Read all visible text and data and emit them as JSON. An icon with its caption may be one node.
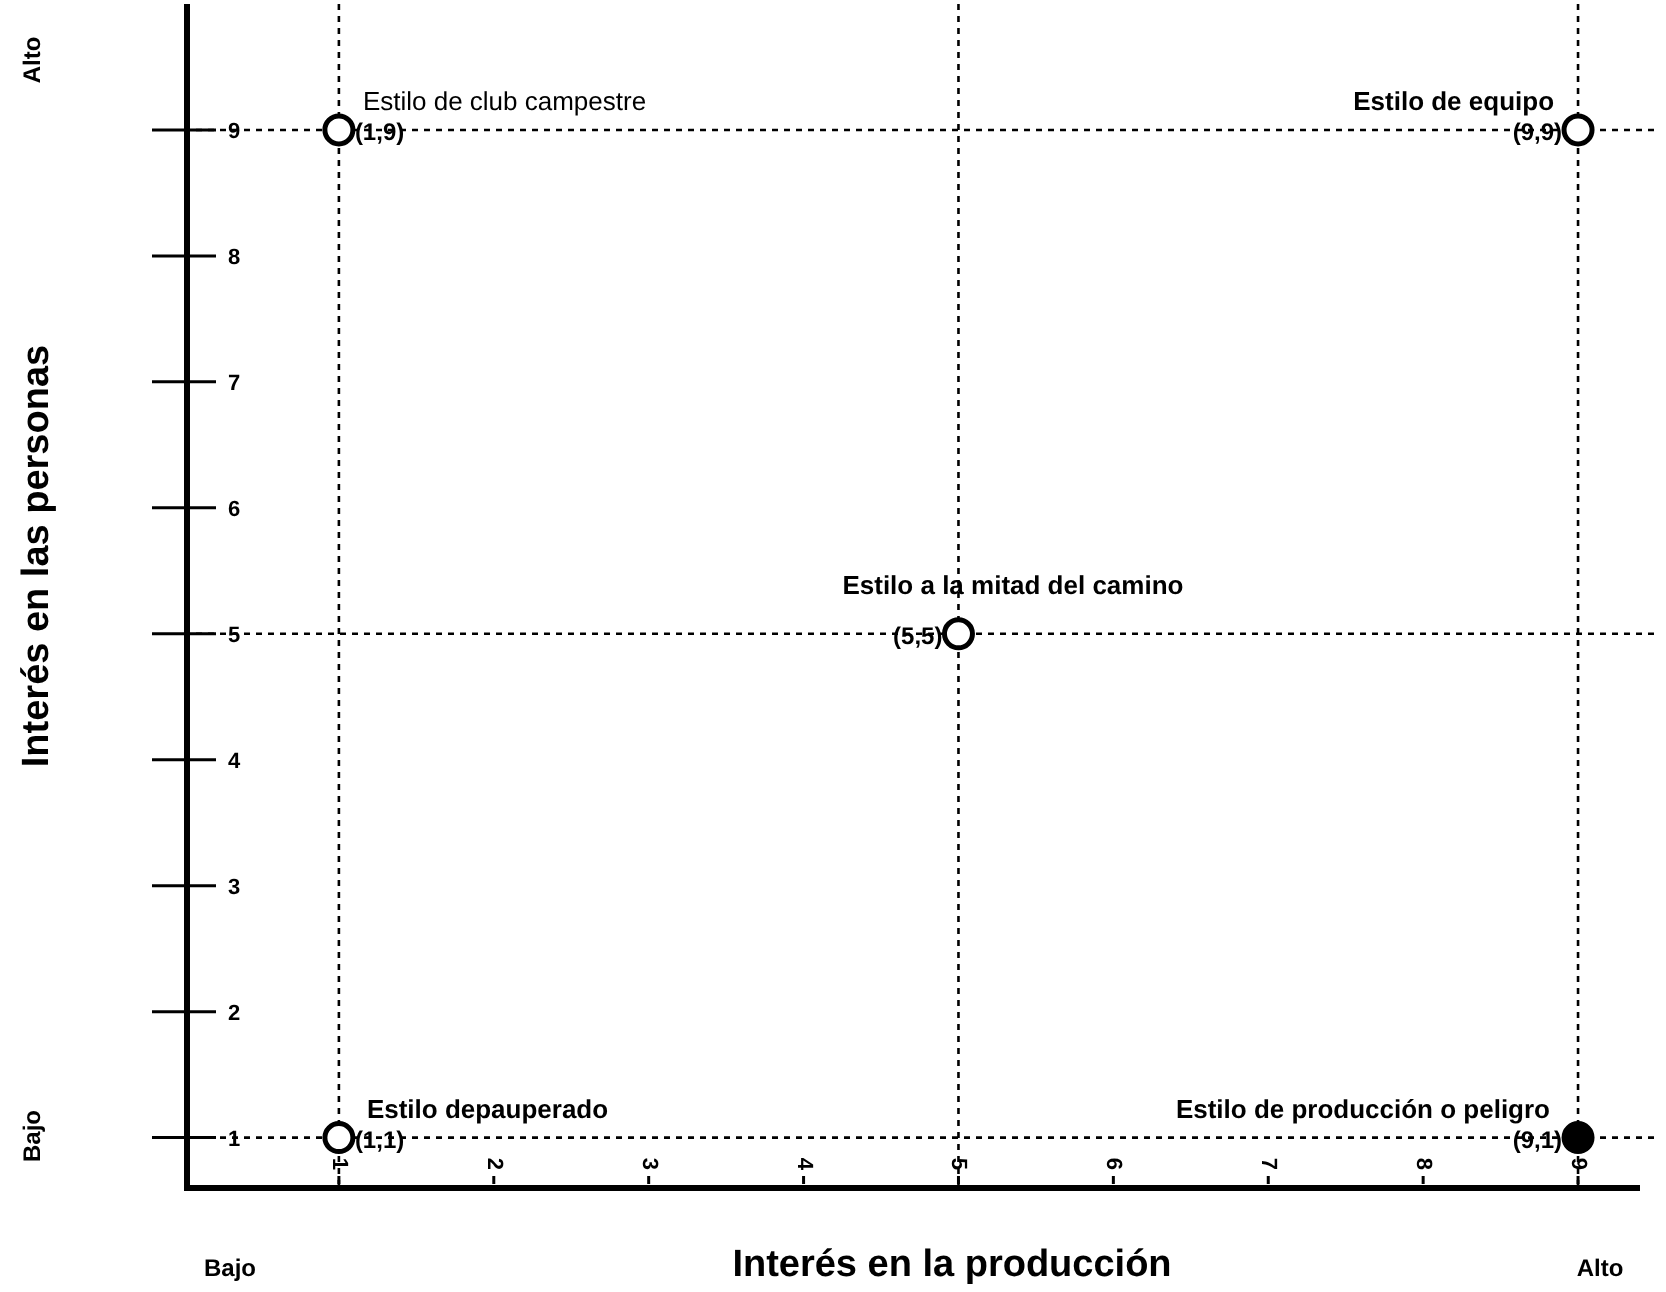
{
  "diagram": {
    "labels": [
      "Alto",
      "Bajo",
      "Bajo",
      "Alto"
    ],
    "chart_data": {
      "type": "scatter",
      "xlabel": "Interés en la producción",
      "ylabel": "Interés en las personas",
      "x": [
        1,
        9,
        5,
        1,
        9
      ],
      "series": [
        {
          "color": "#ffffff",
          "values": [
            9,
            9,
            5,
            1,
            null
          ]
        },
        {
          "color": "#000000",
          "values": [
            null,
            null,
            null,
            null,
            1
          ]
        }
      ],
      "grid": true,
      "xlim": [
        0,
        9.4
      ],
      "ylim": [
        0.6,
        10
      ],
      "xticks": [
        1,
        2,
        3,
        4,
        5,
        6,
        7,
        8,
        9
      ],
      "yticks": [
        1,
        2,
        3,
        4,
        5,
        6,
        7,
        8,
        9
      ],
      "annotations": [
        {
          "x": 1,
          "y": 9,
          "text": "Estilo de club campestre"
        },
        {
          "x": 1,
          "y": 9,
          "text": "(1,9)"
        },
        {
          "x": 9,
          "y": 9,
          "text": "Estilo de equipo"
        },
        {
          "x": 9,
          "y": 9,
          "text": "(9,9)"
        },
        {
          "x": 5,
          "y": 5,
          "text": "Estilo a la mitad del camino"
        },
        {
          "x": 5,
          "y": 5,
          "text": "(5,5)"
        },
        {
          "x": 1,
          "y": 1,
          "text": "Estilo depauperado"
        },
        {
          "x": 1,
          "y": 1,
          "text": "(1,1)"
        },
        {
          "x": 9,
          "y": 1,
          "text": "Estilo de producción o peligro"
        },
        {
          "x": 9,
          "y": 1,
          "text": "(9,1)"
        }
      ]
    }
  }
}
